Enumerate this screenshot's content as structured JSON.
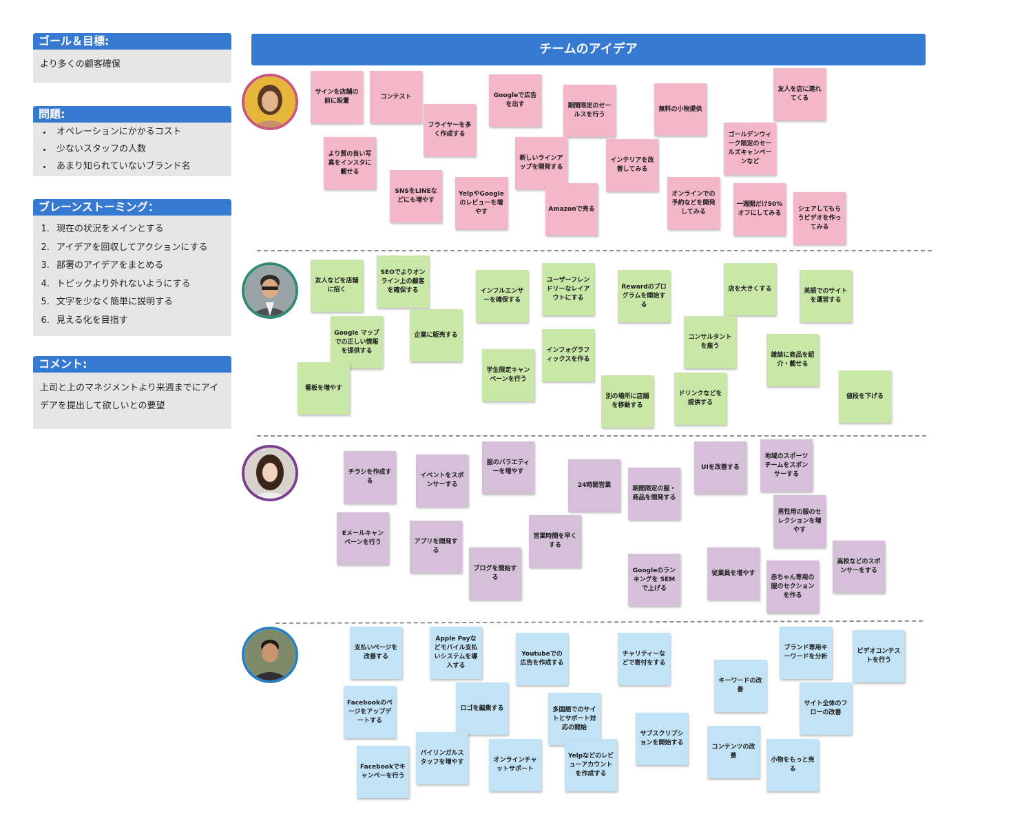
{
  "goal": {
    "title": "ゴール＆目標:",
    "text": "より多くの顧客確保"
  },
  "problems": {
    "title": "問題:",
    "items": [
      "オペレーションにかかるコスト",
      "少ないスタッフの人数",
      "あまり知られていないブランド名"
    ]
  },
  "brainstorming": {
    "title": "ブレーンストーミング：",
    "items": [
      "現在の状況をメインとする",
      "アイデアを回収してアクションにする",
      "部署のアイデアをまとめる",
      "トピックより外れないようにする",
      "文字を少なく簡単に説明する",
      "見える化を目指す"
    ]
  },
  "comments": {
    "title": "コメント:",
    "text": "上司と上のマネジメントより来週までにアイデアを提出して欲しいとの要望"
  },
  "banner": {
    "title": "チームのアイデア"
  },
  "colors": {
    "accent": "#3579d0",
    "pink": "#f4b6c9",
    "green": "#c9e8a8",
    "purple": "#d5bfd9",
    "blue": "#c2e2f5"
  },
  "lanes": [
    {
      "avatar_icon": "person-photo",
      "border_color": "#c9577b",
      "notes": [
        "サインを店舗の前に設置",
        "コンテスト",
        "フライヤーを多く作成する",
        "Googleで広告を出す",
        "期間限定のセールスを行う",
        "無料の小物提供",
        "友人を店に連れてくる",
        "より質の良い写真をインスタに載せる",
        "SNSをLINEなどにも増やす",
        "YelpやGoogleのレビューを増やす",
        "新しいラインアップを開発する",
        "Amazonで売る",
        "インテリアを改善してみる",
        "オンラインでの予約などを開発してみる",
        "ゴールデンウィーク限定のセールズキャンペーンなど",
        "一週間だけ50%オフにしてみる",
        "シェアしてもらうビデオを作ってみる"
      ]
    },
    {
      "avatar_icon": "person-photo",
      "border_color": "#2e8b6f",
      "notes": [
        "友人などを店舗に招く",
        "SEOでよりオンライン上の顧客を確保する",
        "インフルエンサーを確保する",
        "ユーザーフレンドリーなレイアウトにする",
        "Rewardのプログラムを開始する",
        "店を大きくする",
        "英語でのサイトを運営する",
        "Google マップでの正しい情報を提供する",
        "企業に販売する",
        "看板を増やす",
        "学生限定キャンペーンを行う",
        "インフォグラフィックスを作る",
        "別の場所に店舗を移動する",
        "コンサルタントを雇う",
        "ドリンクなどを提供する",
        "雑誌に商品を紹介・載せる",
        "値段を下げる"
      ]
    },
    {
      "avatar_icon": "person-photo",
      "border_color": "#7b3f8e",
      "notes": [
        "チラシを作成する",
        "イベントをスポンサーする",
        "服のバラエティーを増やす",
        "24時間営業",
        "期間限定の服・商品を開発する",
        "UIを改善する",
        "地域のスポーツチームをスポンサーする",
        "Eメールキャンペーンを行う",
        "アプリを開発する",
        "ブログを開始する",
        "営業時間を早くする",
        "Googleのランキングを SEMで上げる",
        "従業員を増やす",
        "男性用の服のセレクションを増やす",
        "赤ちゃん専用の服のセクションを作る",
        "高校などのスポンサーをする"
      ]
    },
    {
      "avatar_icon": "person-photo",
      "border_color": "#2a7fc2",
      "notes": [
        "支払いページを改善する",
        "Apple Payなどモバイル支払いシステムを導入する",
        "Youtubeでの広告を作成する",
        "チャリティーなどで寄付をする",
        "ブランド専用キーワードを分析",
        "ビデオコンテストを行う",
        "Facebookのページをアップデートする",
        "ロゴを編集する",
        "多国語でのサイトとサポート対応の開始",
        "キーワードの改善",
        "サイト全体のフローの改善",
        "Facebookでキャンペーを行う",
        "バイリンガルスタッフを増やす",
        "オンラインチャットサポート",
        "Yelpなどのレビューアカウントを作成する",
        "サブスクリプションを開始する",
        "コンテンツの改善",
        "小物をもっと売る"
      ]
    }
  ]
}
